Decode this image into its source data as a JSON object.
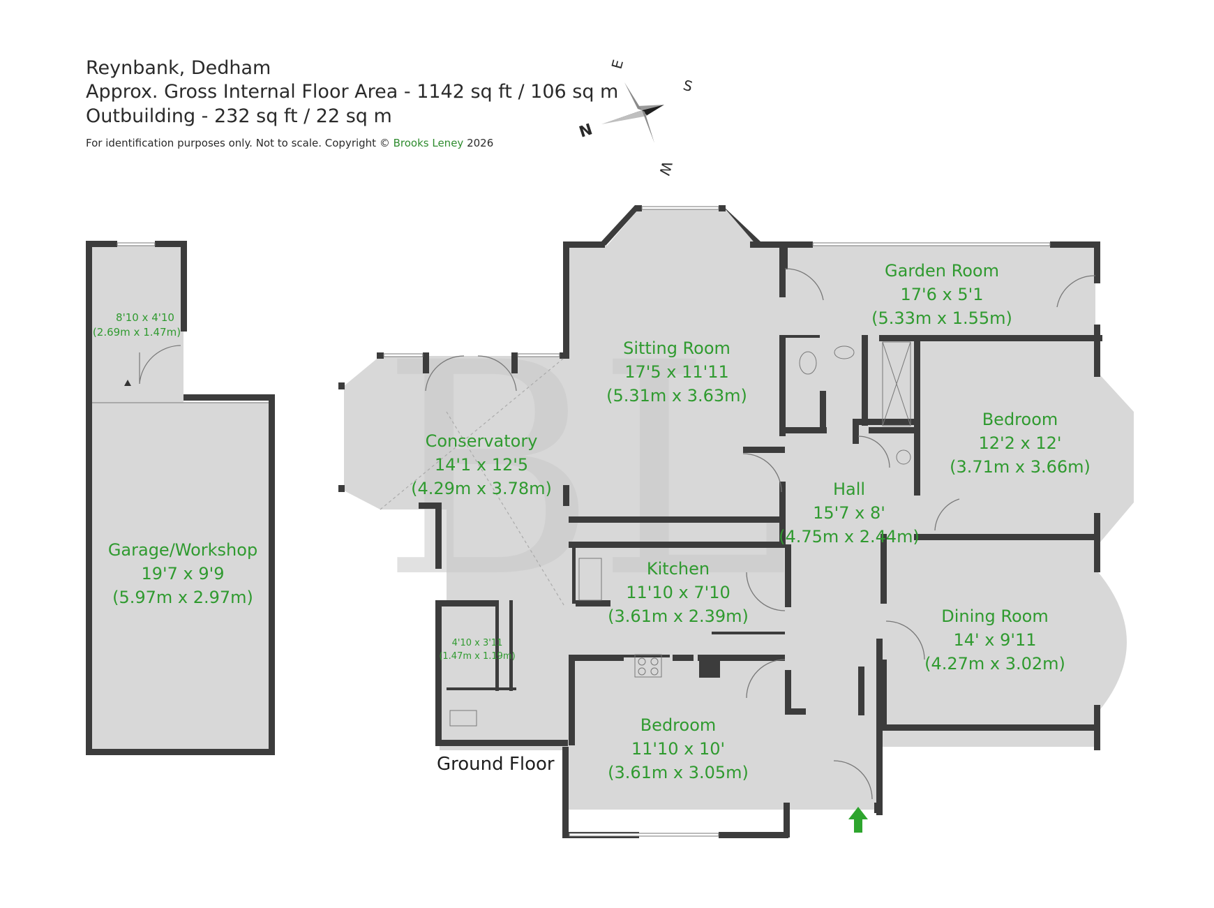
{
  "header": {
    "property": "Reynbank, Dedham",
    "area_line": "Approx. Gross Internal Floor Area - 1142 sq ft / 106 sq m",
    "outbuilding_line": "Outbuilding - 232 sq ft / 22 sq m",
    "disclaimer_prefix": "For identification purposes only. Not to scale. Copyright © ",
    "brand": "Brooks Leney",
    "year": "2026"
  },
  "compass": {
    "n": "N",
    "e": "E",
    "s": "S",
    "w": "W"
  },
  "watermark": "BL",
  "floor_label": "Ground Floor",
  "rooms": {
    "store": {
      "name": "",
      "imperial": "8'10 x 4'10",
      "metric": "(2.69m x 1.47m)"
    },
    "garage": {
      "name": "Garage/Workshop",
      "imperial": "19'7 x 9'9",
      "metric": "(5.97m x 2.97m)"
    },
    "conservatory": {
      "name": "Conservatory",
      "imperial": "14'1 x 12'5",
      "metric": "(4.29m x 3.78m)"
    },
    "sitting": {
      "name": "Sitting Room",
      "imperial": "17'5 x 11'11",
      "metric": "(5.31m x 3.63m)"
    },
    "garden": {
      "name": "Garden Room",
      "imperial": "17'6 x 5'1",
      "metric": "(5.33m x 1.55m)"
    },
    "bedroom1": {
      "name": "Bedroom",
      "imperial": "12'2 x 12'",
      "metric": "(3.71m x 3.66m)"
    },
    "hall": {
      "name": "Hall",
      "imperial": "15'7 x 8'",
      "metric": "(4.75m x 2.44m)"
    },
    "kitchen": {
      "name": "Kitchen",
      "imperial": "11'10 x 7'10",
      "metric": "(3.61m x 2.39m)"
    },
    "dining": {
      "name": "Dining Room",
      "imperial": "14' x 9'11",
      "metric": "(4.27m x 3.02m)"
    },
    "utility": {
      "name": "",
      "imperial": "4'10 x 3'11",
      "metric": "(1.47m x 1.19m)"
    },
    "bedroom2": {
      "name": "Bedroom",
      "imperial": "11'10 x 10'",
      "metric": "(3.61m x 3.05m)"
    }
  },
  "colors": {
    "wall": "#3c3c3c",
    "floor": "#d8d8d8",
    "label": "#2f9a2f",
    "entrance_arrow": "#2ea52e"
  }
}
